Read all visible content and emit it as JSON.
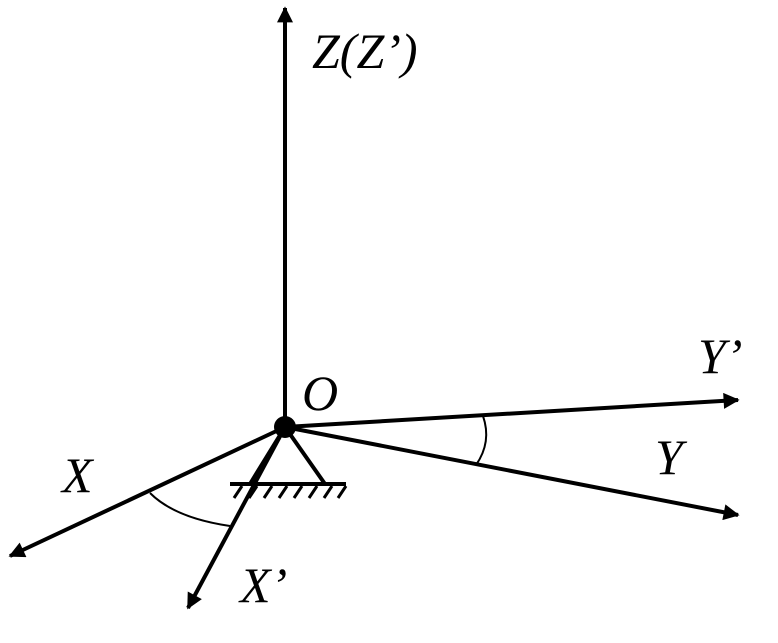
{
  "diagram": {
    "origin_label": "O",
    "axes": {
      "z": "Z(Z’)",
      "y_prime": "Y’",
      "y": "Y",
      "x": "X",
      "x_prime": "X’"
    },
    "stroke_color": "#000000",
    "background": "#ffffff"
  }
}
